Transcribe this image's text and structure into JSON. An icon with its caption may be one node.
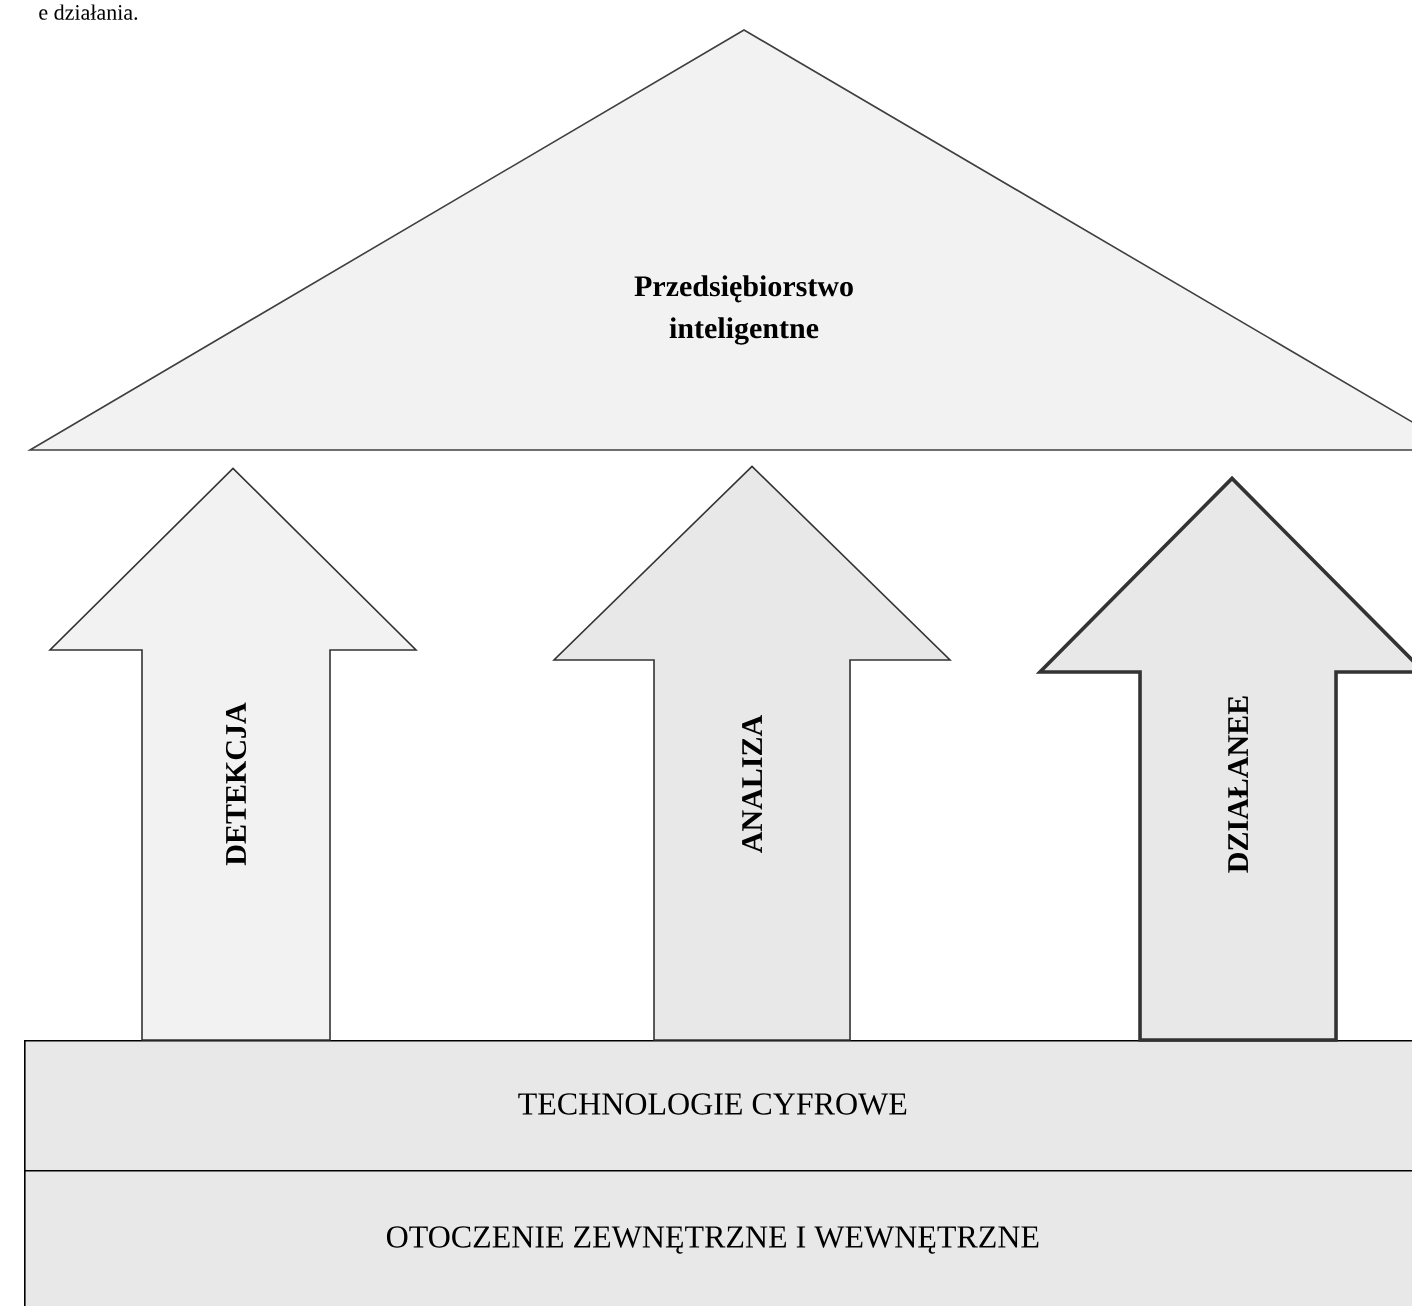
{
  "diagram": {
    "nodes": [
      {
        "text": [
          "Przedsiębiorstwo inteligentne"
        ]
      },
      {
        "text": [
          "TECHNOLOGIE CYFROWE"
        ]
      },
      {
        "text": [
          "OTOCZENIE ZEWNĘTRZNE I WEWNĘTRZNE"
        ]
      }
    ],
    "edges": [
      {
        "from": 1,
        "to": 0,
        "arrow": "to",
        "label": "DETEKCJA"
      },
      {
        "from": 1,
        "to": 0,
        "arrow": "to",
        "label": "ANALIZA"
      },
      {
        "from": 1,
        "to": 0,
        "arrow": "to",
        "label": "DZIAŁANEE",
        "style": "thick"
      }
    ],
    "labels": [
      "e działania."
    ]
  }
}
